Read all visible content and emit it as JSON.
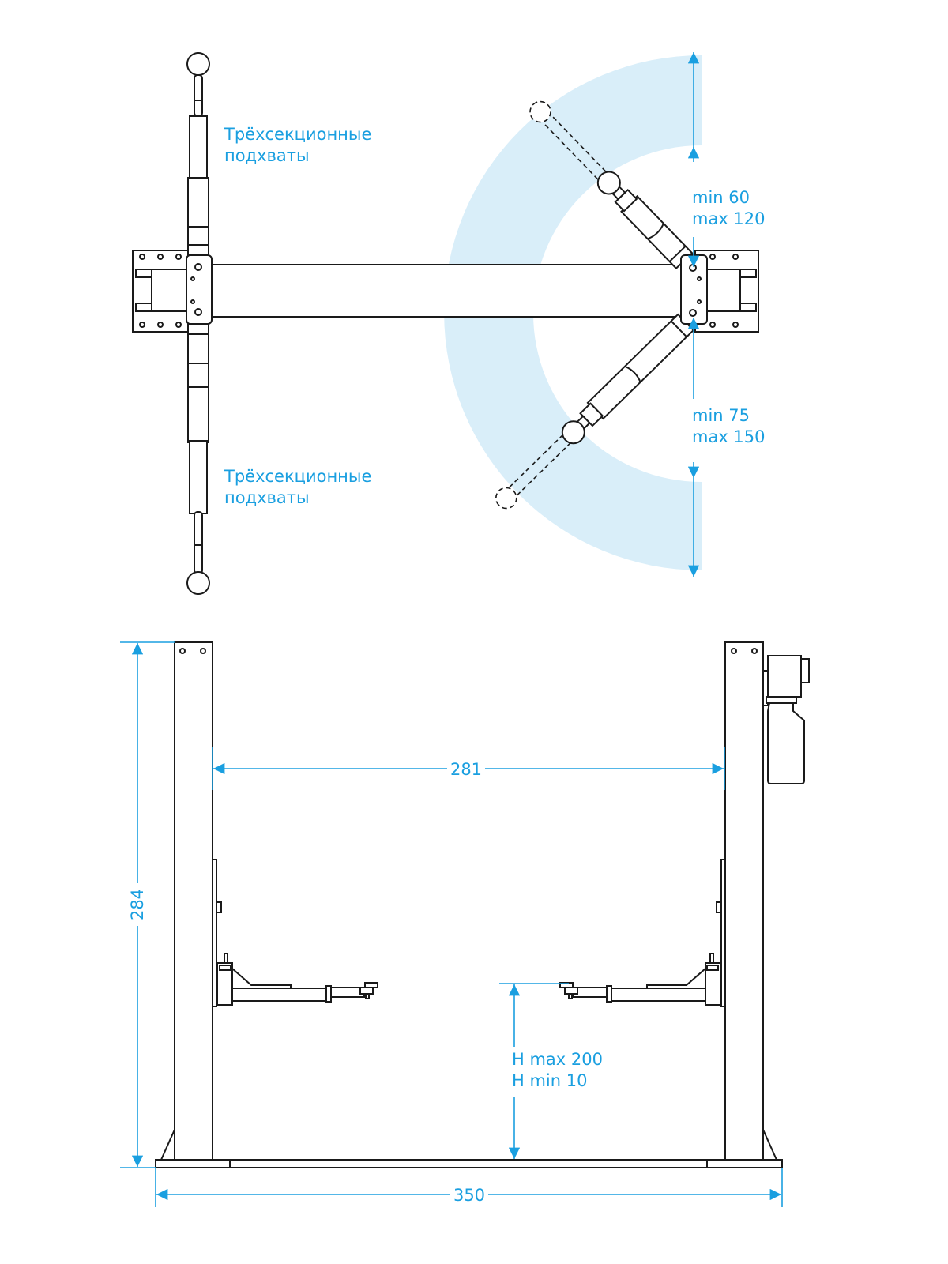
{
  "top_view": {
    "arm_label_upper": [
      "Трёхсекционные",
      "подхваты"
    ],
    "arm_label_lower": [
      "Трёхсекционные",
      "подхваты"
    ],
    "short_arm_range": [
      "min 60",
      "max 120"
    ],
    "long_arm_range": [
      "min 75",
      "max 150"
    ]
  },
  "front_view": {
    "inner_width": "281",
    "total_height": "284",
    "total_width": "350",
    "lift_height": [
      "H max 200",
      "H min 10"
    ]
  },
  "colors": {
    "accent": "#1a9fe0",
    "swing_area": "#d9eef9",
    "line": "#1a1a1a"
  }
}
